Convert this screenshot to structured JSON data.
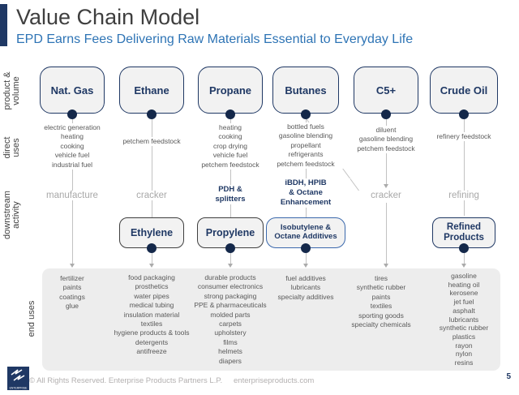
{
  "slide": {
    "title": "Value Chain Model",
    "subtitle": "EPD Earns Fees Delivering Raw Materials Essential to Everyday Life",
    "page_number": "5",
    "footer": {
      "copyright": "© All Rights Reserved. Enterprise Products Partners L.P.",
      "website": "enterpriseproducts.com"
    },
    "logo_name": "enterprise-products-logo",
    "logo_text": "ENTERPRISE"
  },
  "row_labels": {
    "products": "product &\nvolume",
    "direct_uses": "direct\nuses",
    "downstream": "downstream\nactivity",
    "end_uses": "end uses"
  },
  "colors": {
    "accent_navy": "#1f3864",
    "subtitle_blue": "#2e74b5",
    "box_fill": "#f2f2f2",
    "dark_box_border": "#3f3f3f",
    "blue_box_border": "#3a68ac",
    "activity_gray": "#a8a8a8",
    "list_gray": "#595959",
    "panel_gray": "#ededed",
    "connector_gray": "#c2c2c2"
  },
  "columns": [
    {
      "product": "Nat. Gas",
      "direct_uses": [
        "electric generation",
        "heating",
        "cooking",
        "vehicle fuel",
        "industrial fuel"
      ],
      "activity": "manufacture",
      "intermediate": null,
      "end_uses": [
        "fertilizer",
        "paints",
        "coatings",
        "glue"
      ]
    },
    {
      "product": "Ethane",
      "direct_uses": [
        "petchem feedstock"
      ],
      "activity": "cracker",
      "intermediate": "Ethylene",
      "end_uses": [
        "food packaging",
        "prosthetics",
        "water pipes",
        "medical tubing",
        "insulation material",
        "textiles",
        "hygiene products & tools",
        "detergents",
        "antifreeze"
      ]
    },
    {
      "product": "Propane",
      "direct_uses": [
        "heating",
        "cooking",
        "crop drying",
        "vehicle fuel",
        "petchem feedstock"
      ],
      "activity": "PDH &\nsplitters",
      "intermediate": "Propylene",
      "end_uses": [
        "durable products",
        "consumer electronics",
        "strong packaging",
        "PPE & pharmaceuticals",
        "molded parts",
        "carpets",
        "upholstery",
        "films",
        "helmets",
        "diapers"
      ]
    },
    {
      "product": "Butanes",
      "direct_uses": [
        "bottled fuels",
        "gasoline blending",
        "propellant",
        "refrigerants",
        "petchem feedstock"
      ],
      "activity": "iBDH, HPIB\n& Octane\nEnhancement",
      "intermediate": "Isobutylene &\nOctane Additives",
      "end_uses": [
        "fuel additives",
        "lubricants",
        "specialty additives"
      ]
    },
    {
      "product": "C5+",
      "direct_uses": [
        "diluent",
        "gasoline blending",
        "petchem feedstock"
      ],
      "activity": "cracker",
      "intermediate": null,
      "end_uses": [
        "tires",
        "synthetic rubber",
        "paints",
        "textiles",
        "sporting goods",
        "specialty chemicals"
      ]
    },
    {
      "product": "Crude Oil",
      "direct_uses": [
        "refinery feedstock"
      ],
      "activity": "refining",
      "intermediate": "Refined\nProducts",
      "end_uses": [
        "gasoline",
        "heating oil",
        "kerosene",
        "jet fuel",
        "asphalt",
        "lubricants",
        "synthetic rubber",
        "plastics",
        "rayon",
        "nylon",
        "resins"
      ]
    }
  ]
}
